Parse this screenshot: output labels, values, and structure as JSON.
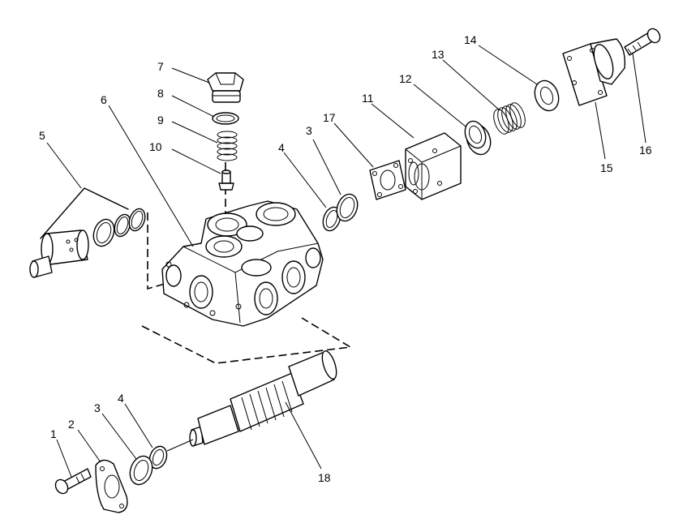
{
  "callouts": [
    {
      "id": "c1",
      "text": "1"
    },
    {
      "id": "c2",
      "text": "2"
    },
    {
      "id": "c3a",
      "text": "3"
    },
    {
      "id": "c3b",
      "text": "3"
    },
    {
      "id": "c4a",
      "text": "4"
    },
    {
      "id": "c4b",
      "text": "4"
    },
    {
      "id": "c5",
      "text": "5"
    },
    {
      "id": "c6",
      "text": "6"
    },
    {
      "id": "c7",
      "text": "7"
    },
    {
      "id": "c8",
      "text": "8"
    },
    {
      "id": "c9",
      "text": "9"
    },
    {
      "id": "c10",
      "text": "10"
    },
    {
      "id": "c11",
      "text": "11"
    },
    {
      "id": "c12",
      "text": "12"
    },
    {
      "id": "c13",
      "text": "13"
    },
    {
      "id": "c14",
      "text": "14"
    },
    {
      "id": "c15",
      "text": "15"
    },
    {
      "id": "c16",
      "text": "16"
    },
    {
      "id": "c17",
      "text": "17"
    },
    {
      "id": "c18",
      "text": "18"
    }
  ]
}
